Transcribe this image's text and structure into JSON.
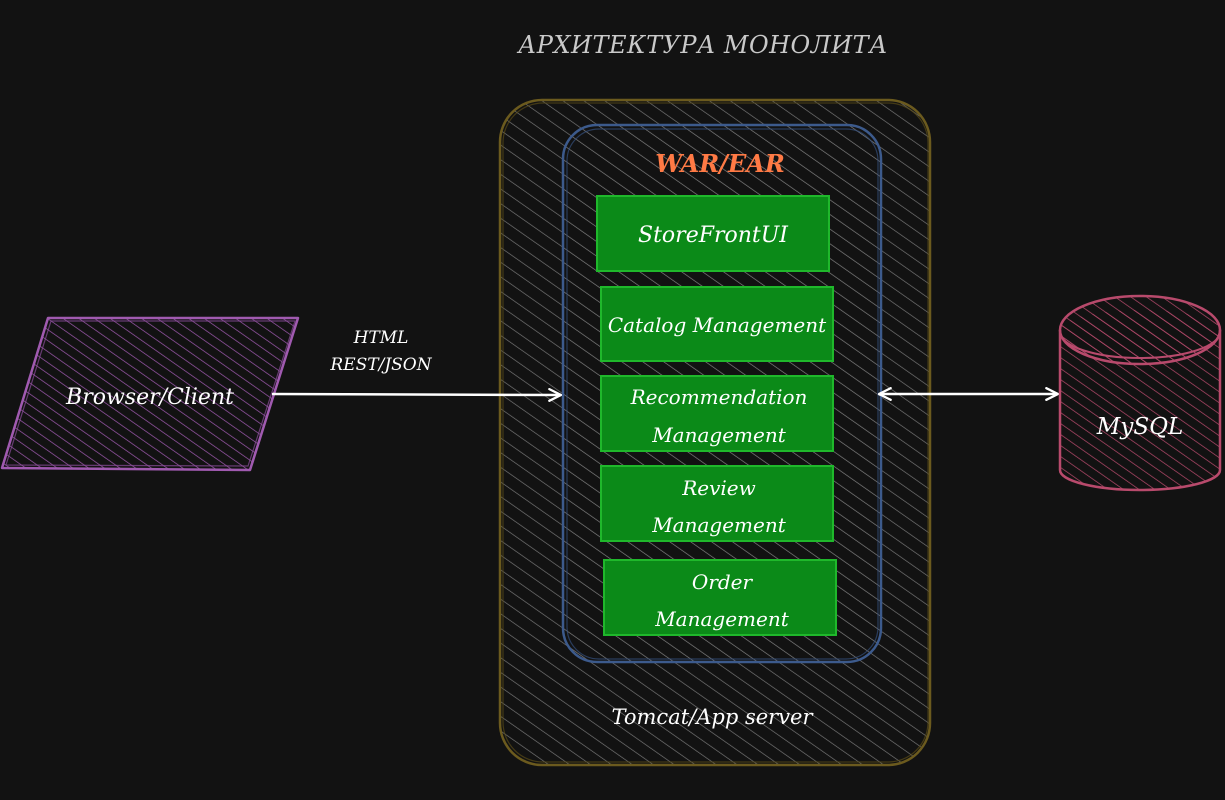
{
  "title": "АРХИТЕКТУРА МОНОЛИТА",
  "client": {
    "label": "Browser/Client"
  },
  "connection": {
    "line1": "HTML",
    "line2": "REST/JSON"
  },
  "package": {
    "label": "WAR/EAR"
  },
  "server": {
    "label": "Tomcat/App server"
  },
  "modules": [
    {
      "line1": "StoreFrontUI",
      "line2": ""
    },
    {
      "line1": "Catalog Management",
      "line2": ""
    },
    {
      "line1": "Recommendation",
      "line2": "Management"
    },
    {
      "line1": "Review",
      "line2": "Management"
    },
    {
      "line1": "Order",
      "line2": "Management"
    }
  ],
  "database": {
    "label": "MySQL"
  },
  "colors": {
    "background": "#121212",
    "client": "#a05ab0",
    "server": "#6b5a1e",
    "package": "#3c5a8c",
    "package_label": "#ff7a45",
    "module_fill": "#0b8a18",
    "database": "#b84a6c",
    "text": "#ffffff",
    "title": "#c9c9c9"
  }
}
